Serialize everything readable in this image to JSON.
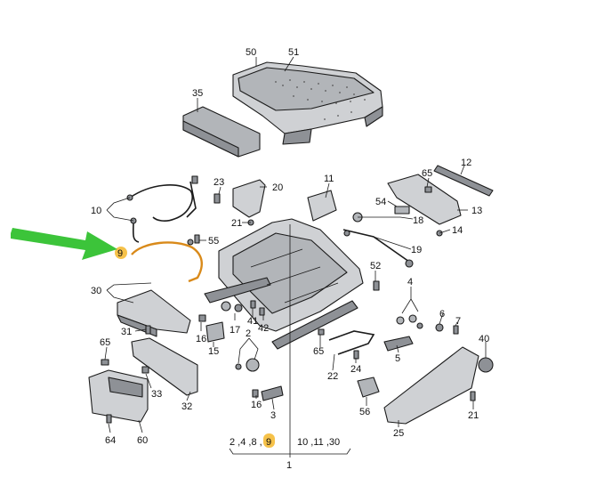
{
  "callouts": {
    "c50": "50",
    "c51": "51",
    "c35": "35",
    "c23": "23",
    "c20": "20",
    "c10": "10",
    "c21a": "21",
    "c55": "55",
    "c9": "9",
    "c11": "11",
    "c65a": "65",
    "c12": "12",
    "c54": "54",
    "c18": "18",
    "c13": "13",
    "c19": "19",
    "c14": "14",
    "c30": "30",
    "c52": "52",
    "c4": "4",
    "c41": "41",
    "c42": "42",
    "c31": "31",
    "c16a": "16",
    "c17": "17",
    "c2": "2",
    "c6": "6",
    "c7": "7",
    "c65b": "65",
    "c15": "15",
    "c40": "40",
    "c5": "5",
    "c24": "24",
    "c22": "22",
    "c33": "33",
    "c32": "32",
    "c16b": "16",
    "c3": "3",
    "c56": "56",
    "c21b": "21",
    "c64": "64",
    "c60": "60",
    "c25": "25",
    "c65c": "65",
    "c1": "1"
  },
  "bottom_group": {
    "left_nums": "2 ,4 ,8 ,",
    "highlight_num": "9",
    "right_nums": "10 ,11 ,30"
  },
  "colors": {
    "arrow": "#3cc43a",
    "highlight": "#f6c24a",
    "wire_highlight": "#d98a1a"
  }
}
